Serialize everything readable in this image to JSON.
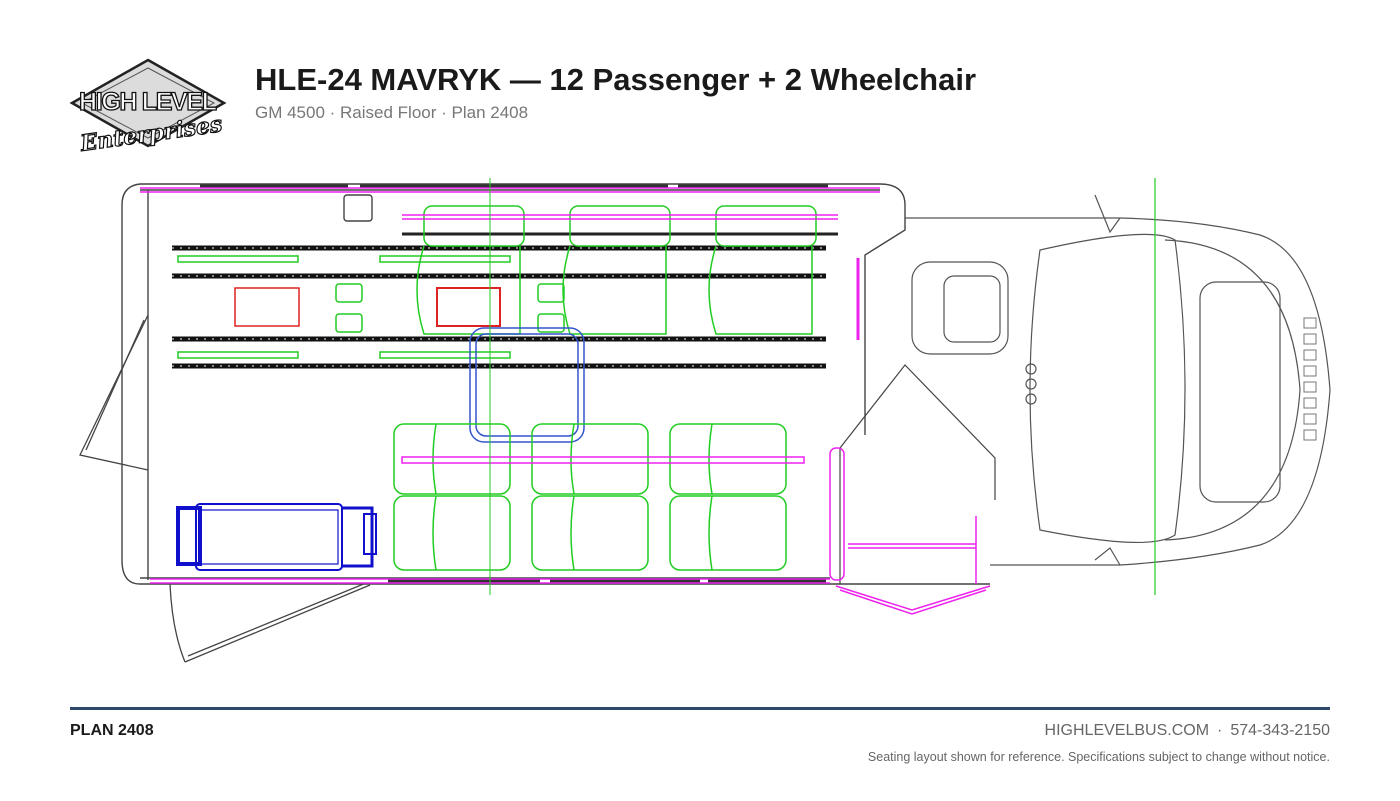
{
  "logo": {
    "line1": "HIGH LEVEL",
    "line2": "Enterprises"
  },
  "header": {
    "title": "HLE-24 MAVRYK — 12 Passenger + 2 Wheelchair",
    "subtitle": "GM 4500 · Raised Floor · Plan 2408"
  },
  "footer": {
    "plan_code": "PLAN 2408",
    "website": "HIGHLEVELBUS.COM",
    "separator": "·",
    "phone": "574-343-2150",
    "disclaimer": "Seating layout shown for reference. Specifications subject to change without notice."
  },
  "colors": {
    "body_outline": "#444444",
    "seat_green": "#22cc22",
    "track_magenta": "#ee22ee",
    "lift_blue": "#1010cc",
    "wheelchair_red": "#dd2222",
    "rule_navy": "#2e4a6b"
  }
}
